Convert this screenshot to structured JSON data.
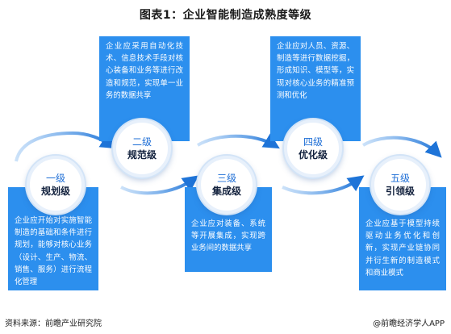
{
  "title": "图表1：企业智能制造成熟度等级",
  "levels": [
    {
      "num": "一级",
      "name": "规划级",
      "desc": "企业应开始对实施智能制造的基础和条件进行规划，能够对核心业务（设计、生产、物流、销售、服务）进行流程化管理"
    },
    {
      "num": "二级",
      "name": "规范级",
      "desc": "企业应采用自动化技术、信息技术手段对核心装备和业务等进行改造和规范，实现单一业务的数据共享"
    },
    {
      "num": "三级",
      "name": "集成级",
      "desc": "企业应对装备、系统等开展集成，实现跨业务间的数据共享"
    },
    {
      "num": "四级",
      "name": "优化级",
      "desc": "企业应对人员、资源、制造等进行数据挖掘，形成知识、模型等，实现对核心业务的精准预测和优化"
    },
    {
      "num": "五级",
      "name": "引领级",
      "desc": "企业应基于模型持续驱动业务优化和创新，实现产业链协同并衍生新的制造模式和商业模式"
    }
  ],
  "footer": {
    "source": "资料来源：前瞻产业研究院",
    "brand": "@前瞻经济学人APP"
  },
  "colors": {
    "box": "#2c8fee",
    "circle_text": "#1f6fd6",
    "arrow": "#1e74d8"
  }
}
